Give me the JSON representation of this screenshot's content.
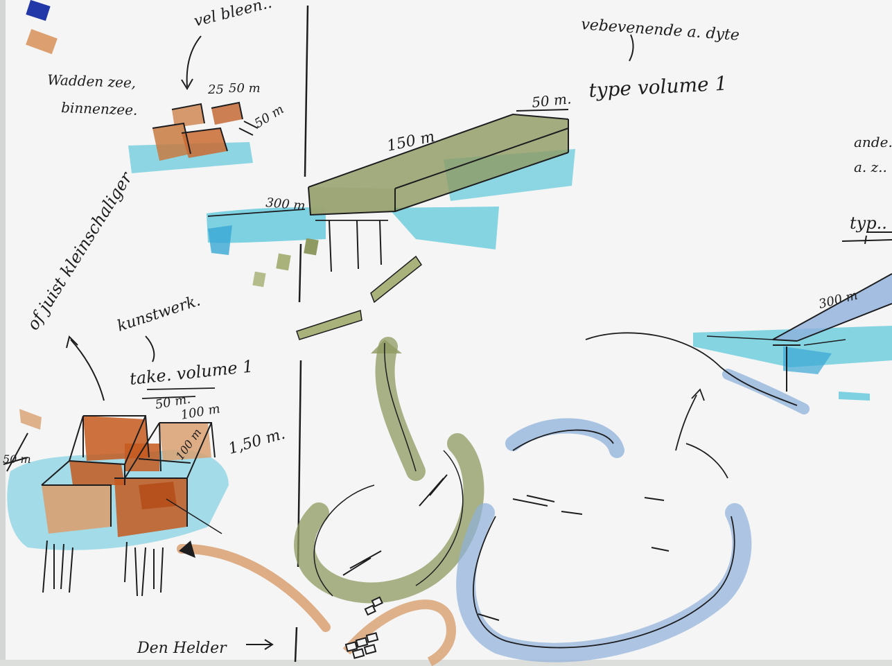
{
  "labels": {
    "top_center_right": "vebevenende a. dyte",
    "top_left_partial": "vel bleen..",
    "left_top_1": "Wadden zee,",
    "left_top_2": "binnenzee.",
    "dim_25": "25",
    "dim_50_top": "50 m",
    "dim_50_side": "50 m",
    "type_volume_right": "type volume 1",
    "dim_150": "150 m",
    "dim_50_right": "50 m.",
    "dim_300_left": "300 m",
    "diagonal": "of juist kleinschaliger",
    "kunstwerk": "kunstwerk.",
    "volume_left": "take. volume 1",
    "dim_50_mid": "50 m.",
    "dim_100": "100 m",
    "dim_150_left": "1,50 m.",
    "dim_100_vertical": "100 m",
    "dim_50_edge": "50 m",
    "dim_300_right": "300 m",
    "right_edge_1": "ande..",
    "right_edge_2": "a. z..",
    "right_edge_3": "typ..",
    "bottom": "Den Helder"
  },
  "colors": {
    "paper": "#f2f3f2",
    "ink": "#1d1d1f",
    "water_cyan": "#5fc8dc",
    "olive_marker": "#8f9a62",
    "orange_marker": "#c8642a",
    "tan_marker": "#d9a071",
    "blue_marker": "#8fb0dc"
  }
}
